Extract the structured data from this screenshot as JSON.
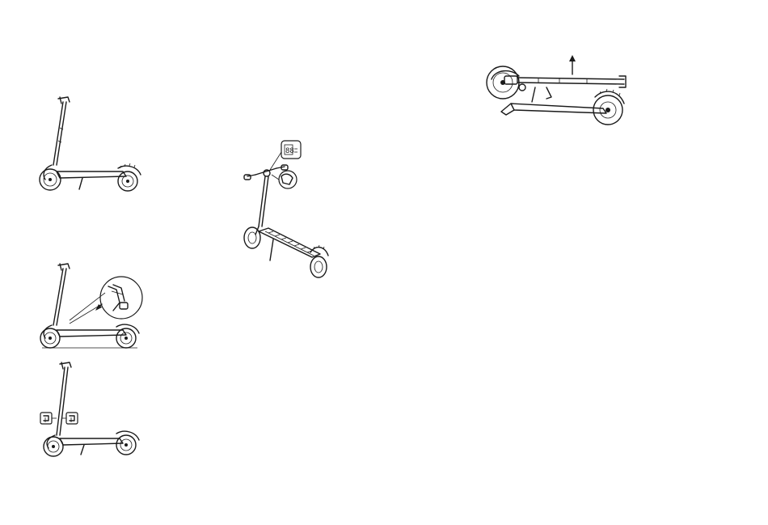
{
  "figures": [
    {
      "id": "unfolded-scooter",
      "icon": "scooter-side-view-icon"
    },
    {
      "id": "scooter-latch-detail",
      "icon": "folding-latch-callout-icon"
    },
    {
      "id": "scooter-brake-levers",
      "icon": "brake-lever-callout-icon"
    },
    {
      "id": "scooter-power-on",
      "icon": "power-button-callout-icon"
    },
    {
      "id": "folded-scooter",
      "icon": "folded-scooter-lift-icon"
    }
  ],
  "display_reading": "88",
  "colors": {
    "ink": "#1a1a1a",
    "paper": "#ffffff"
  }
}
